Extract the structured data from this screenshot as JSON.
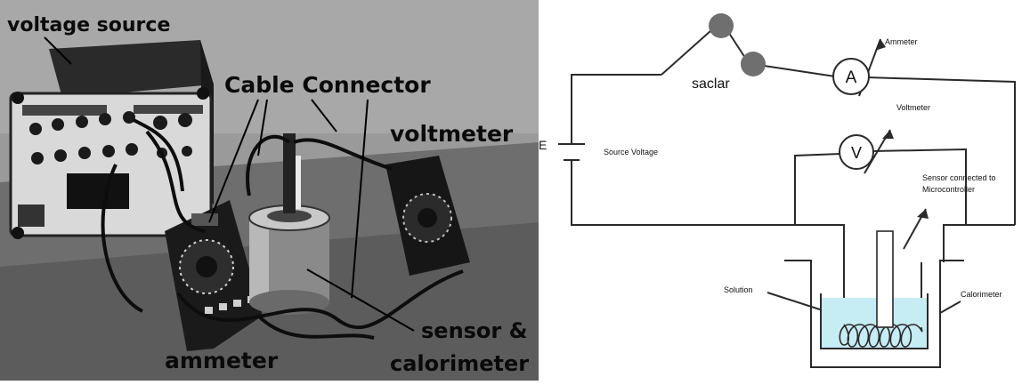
{
  "photo": {
    "labels": {
      "voltage_source": "voltage source",
      "cable_connector": "Cable Connector",
      "voltmeter": "voltmeter",
      "ammeter": "ammeter",
      "sensor_line1": "sensor &",
      "sensor_line2": "calorimeter"
    }
  },
  "diagram": {
    "labels": {
      "switch": "saclar",
      "ammeter": "Ammeter",
      "ammeter_symbol": "A",
      "voltmeter": "Voltmeter",
      "voltmeter_symbol": "V",
      "battery": "E",
      "source_voltage": "Source Voltage",
      "sensor_line1": "Sensor connected to",
      "sensor_line2": "Microcontroller",
      "solution": "Solution",
      "calorimeter": "Calorimeter"
    },
    "colors": {
      "solution_fill": "#c6ecf4",
      "wire": "#2a2a2a",
      "switch_knob": "#6f6f6f"
    }
  }
}
